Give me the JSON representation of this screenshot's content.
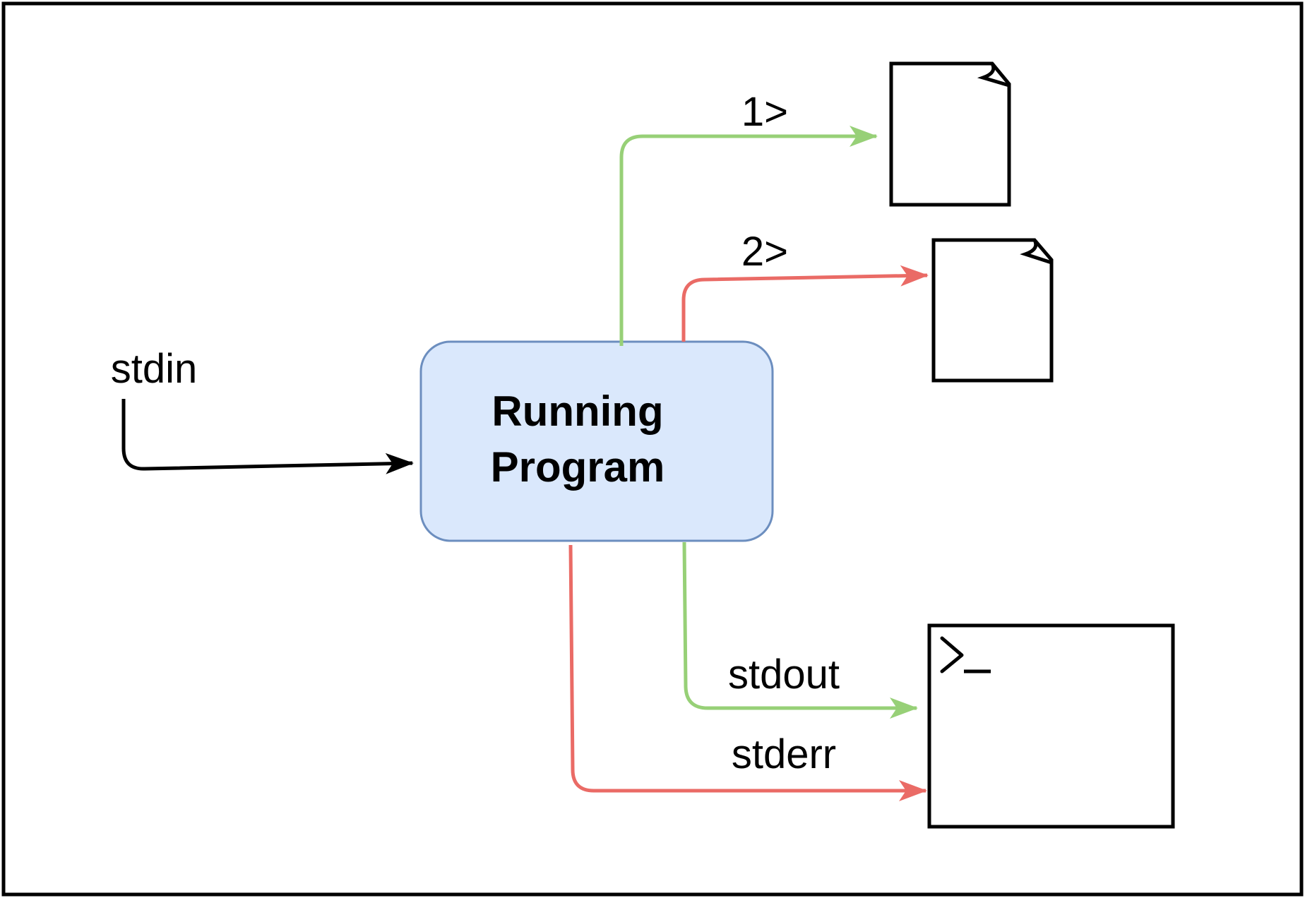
{
  "diagram": {
    "program": {
      "line1": "Running",
      "line2": "Program"
    },
    "streams": {
      "stdin": "stdin",
      "redirect_stdout": "1>",
      "redirect_stderr": "2>",
      "stdout": "stdout",
      "stderr": "stderr"
    },
    "colors": {
      "stdout": "#97d077",
      "stderr": "#ea6b66",
      "stdin": "#000000",
      "program_fill": "#dae8fc",
      "program_stroke": "#6c8ebf"
    },
    "icons": {
      "file_1": "file-icon",
      "file_2": "file-icon",
      "terminal": "terminal-icon"
    }
  }
}
